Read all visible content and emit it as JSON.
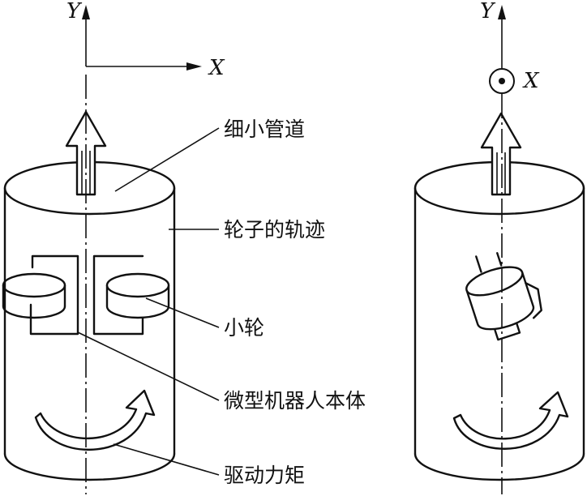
{
  "axes": {
    "left": {
      "y_label": "Y",
      "x_label": "X"
    },
    "right": {
      "y_label": "Y",
      "x_label": "X"
    }
  },
  "labels": {
    "pipe": "细小管道",
    "wheel_track": "轮子的轨迹",
    "small_wheel": "小轮",
    "robot_body": "微型机器人本体",
    "driving_torque": "驱动力矩"
  }
}
